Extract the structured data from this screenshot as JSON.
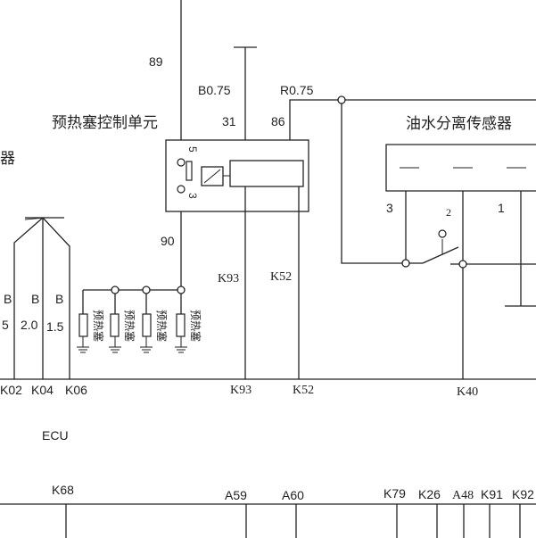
{
  "wires": {
    "w89": "89",
    "wB075": "B0.75",
    "wR075": "R0.75",
    "pin31": "31",
    "pin86": "86",
    "pin5": "5",
    "pin3": "3",
    "w90": "90",
    "k93_mid": "K93",
    "k52_mid": "K52"
  },
  "components": {
    "glow_control_unit": "预热塞控制单元",
    "oil_water_sensor": "油水分离传感器",
    "left_cut_label": "器",
    "glow_plug": "预热塞",
    "sensor_pin3": "3",
    "sensor_pin2": "2",
    "sensor_pin1": "1",
    "ecu": "ECU"
  },
  "left_bundle": {
    "b_labels": [
      "B",
      "B",
      "B"
    ],
    "size_labels": [
      "5",
      "2.0",
      "1.5"
    ]
  },
  "ecu_top_terminals": [
    "K02",
    "K04",
    "K06",
    "K93",
    "K52",
    "K40"
  ],
  "ecu_bottom_terminals": [
    "K68",
    "A59",
    "A60",
    "K79",
    "K26",
    "A48",
    "K91",
    "K92"
  ]
}
